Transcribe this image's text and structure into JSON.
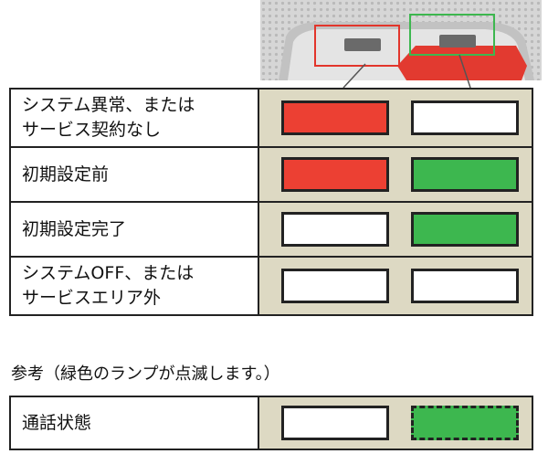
{
  "device": {
    "colors": {
      "body": "#cfcfcf",
      "port_dark": "#6a6a6a",
      "red_light": "#e23a30",
      "left_box": "#e2352b",
      "right_box": "#3db74f"
    },
    "icons": [
      "connector-port-left",
      "connector-port-right"
    ]
  },
  "states": [
    {
      "lines": [
        "システム異常、または",
        "サービス契約なし"
      ],
      "left": "red",
      "right": "off"
    },
    {
      "lines": [
        "初期設定前"
      ],
      "left": "red",
      "right": "green"
    },
    {
      "lines": [
        "初期設定完了"
      ],
      "left": "off",
      "right": "green"
    },
    {
      "lines": [
        "システムOFF、または",
        "サービスエリア外"
      ],
      "left": "off",
      "right": "off"
    }
  ],
  "note": "参考（緑色のランプが点滅します。）",
  "reference": {
    "lines": [
      "通話状態"
    ],
    "left": "off",
    "right": "green-blinking"
  },
  "colors": {
    "red": "#ec4033",
    "green": "#3db74f",
    "cell_bg": "#ddd9c3",
    "border": "#222222"
  }
}
